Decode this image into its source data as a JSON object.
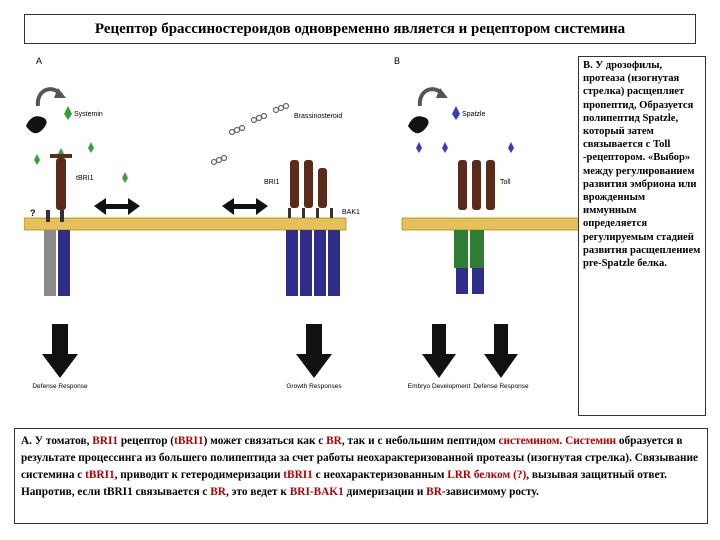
{
  "title": "Рецептор брассиностероидов одновременно является и рецептором системина",
  "figure": {
    "panel_a": "A",
    "panel_b": "B",
    "systemin": "Systemin",
    "brassinosteroid": "Brassinosteroid",
    "tbri1": "tBRI1",
    "bri1": "BRI1",
    "bak1": "BAK1",
    "unknown": "?",
    "spatzle": "Spatzle",
    "toll": "Toll",
    "defense_response_a": "Defense Response",
    "growth_responses": "Growth Responses",
    "embryo_development": "Embryo Development",
    "defense_response_b": "Defense Response"
  },
  "side_text": {
    "parts": [
      "B.  У дрозофилы, протеаза (изогнутая стрелка) расщепляет пропептид, Образуется полипептид Spatzle, который затем связывается с Toll -рецептором. «Выбор» между регулированием развития эмбриона или врожденным иммунным определяется регулируемым стадией развития расщеплением ",
      "pre-Spatzle белка."
    ]
  },
  "bottom_text": {
    "parts": [
      "А.   У томатов,  ",
      "BRI1",
      " рецептор (",
      "tBRI1",
      ") может связаться как с ",
      "BR",
      ", так и с небольшим пептидом ",
      "системином.",
      " ",
      "Системин",
      " образуется в результате процессинга из большего полипептида за счет работы неохарактеризованной протеазы (изогнутая стрелка).  Связывание системина с ",
      "tBRI1",
      ", приводит к гетеродимеризации ",
      "tBRI1",
      " с неохарактеризованным ",
      "LRR белком (?)",
      ",  вызывая защитный ответ. Напротив, если tBRI1 связывается с ",
      "BR",
      ", это ведет к ",
      "BRI-BAK1",
      " димеризации и ",
      "BR",
      "-зависимому росту."
    ]
  },
  "colors": {
    "membrane": "#e6c15a",
    "receptor_blue": "#2e2e8a",
    "receptor_gray": "#8a8a8a",
    "toll_green": "#2f7d34",
    "lrr_brown": "#5a2a1a",
    "highlight_red": "#b00000"
  }
}
